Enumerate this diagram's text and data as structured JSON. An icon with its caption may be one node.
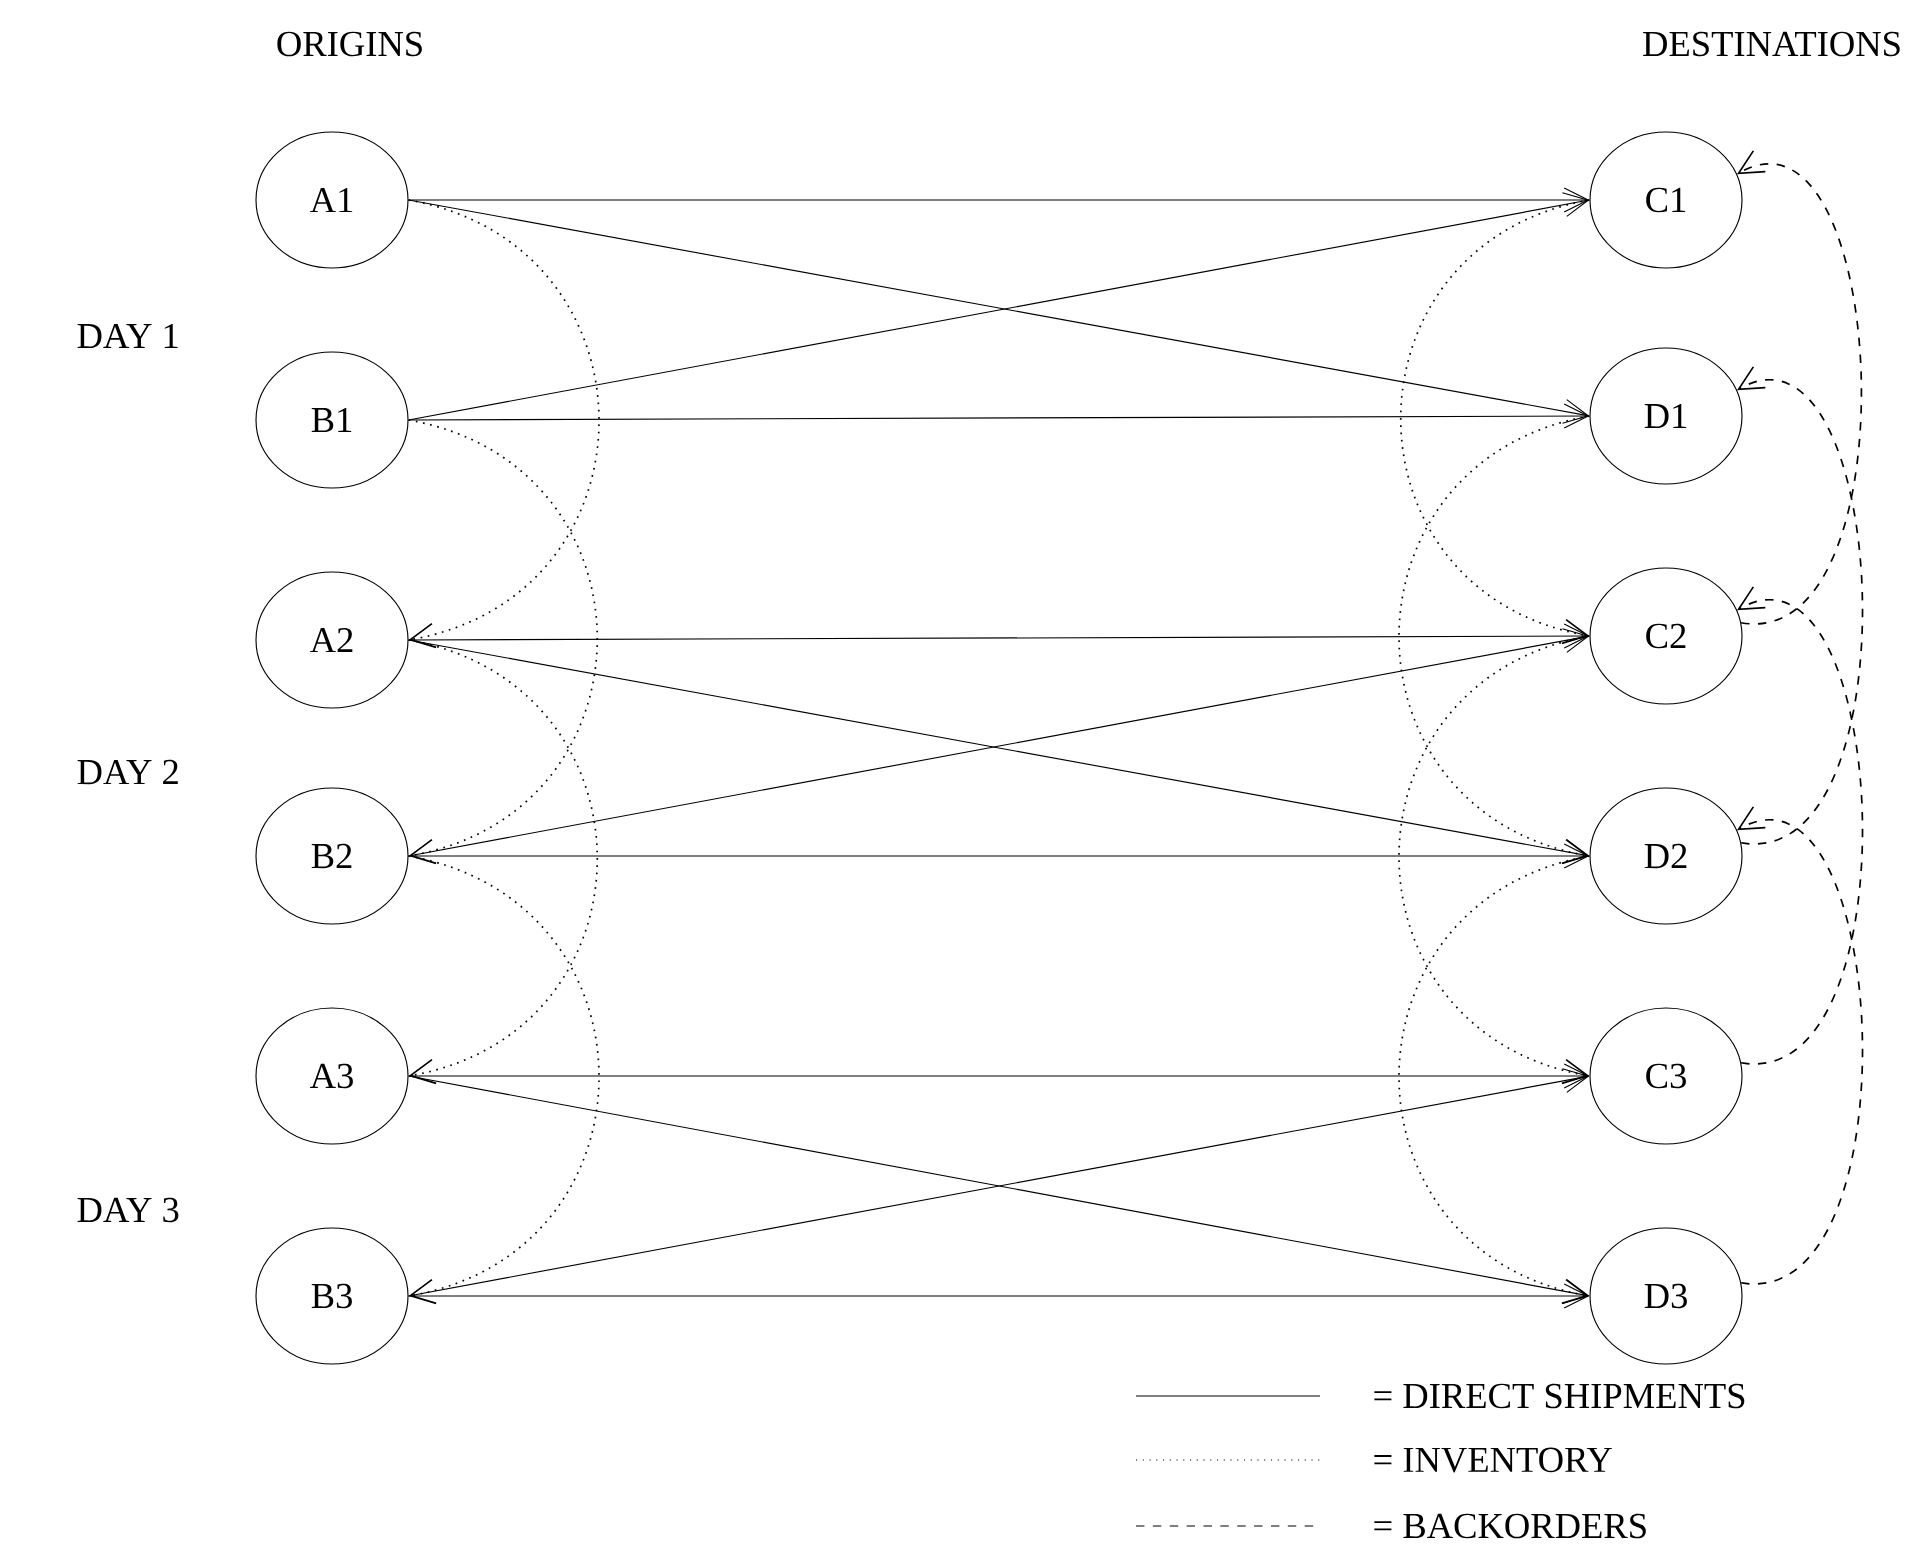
{
  "diagram": {
    "nodes": [
      {
        "text": [
          "A1"
        ]
      },
      {
        "text": [
          "B1"
        ]
      },
      {
        "text": [
          "A2"
        ]
      },
      {
        "text": [
          "B2"
        ]
      },
      {
        "text": [
          "A3"
        ]
      },
      {
        "text": [
          "B3"
        ]
      },
      {
        "text": [
          "C1"
        ]
      },
      {
        "text": [
          "D1"
        ]
      },
      {
        "text": [
          "C2"
        ]
      },
      {
        "text": [
          "D2"
        ]
      },
      {
        "text": [
          "C3"
        ]
      },
      {
        "text": [
          "D3"
        ]
      }
    ],
    "edges": [
      {
        "from": 0,
        "to": 6,
        "arrow": "to"
      },
      {
        "from": 0,
        "to": 7,
        "arrow": "to"
      },
      {
        "from": 1,
        "to": 6,
        "arrow": "to"
      },
      {
        "from": 1,
        "to": 7,
        "arrow": "to"
      },
      {
        "from": 2,
        "to": 8,
        "arrow": "to"
      },
      {
        "from": 2,
        "to": 9,
        "arrow": "to"
      },
      {
        "from": 3,
        "to": 8,
        "arrow": "to"
      },
      {
        "from": 3,
        "to": 9,
        "arrow": "to"
      },
      {
        "from": 4,
        "to": 10,
        "arrow": "to"
      },
      {
        "from": 4,
        "to": 11,
        "arrow": "to"
      },
      {
        "from": 5,
        "to": 10,
        "arrow": "to"
      },
      {
        "from": 5,
        "to": 11,
        "arrow": "to"
      },
      {
        "from": 0,
        "to": 2,
        "arrow": "to",
        "style": "dashed"
      },
      {
        "from": 1,
        "to": 3,
        "arrow": "to",
        "style": "dashed"
      },
      {
        "from": 2,
        "to": 4,
        "arrow": "to",
        "style": "dashed"
      },
      {
        "from": 3,
        "to": 5,
        "arrow": "to",
        "style": "dashed"
      },
      {
        "from": 6,
        "to": 8,
        "arrow": "to",
        "style": "dashed"
      },
      {
        "from": 7,
        "to": 9,
        "arrow": "to",
        "style": "dashed"
      },
      {
        "from": 8,
        "to": 10,
        "arrow": "to",
        "style": "dashed"
      },
      {
        "from": 9,
        "to": 11,
        "arrow": "to",
        "style": "dashed"
      },
      {
        "from": 8,
        "to": 6,
        "arrow": "to",
        "style": "dashed"
      },
      {
        "from": 9,
        "to": 7,
        "arrow": "to",
        "style": "dashed"
      },
      {
        "from": 10,
        "to": 8,
        "arrow": "to",
        "style": "dashed"
      },
      {
        "from": 11,
        "to": 9,
        "arrow": "to",
        "style": "dashed"
      }
    ],
    "labels": [
      "ORIGINS",
      "DESTINATIONS",
      "DAY 1",
      "DAY 2",
      "DAY 3"
    ],
    "legend": [
      {
        "text": "= DIRECT SHIPMENTS"
      },
      {
        "text": "= INVENTORY"
      },
      {
        "text": "= BACKORDERS"
      }
    ]
  }
}
